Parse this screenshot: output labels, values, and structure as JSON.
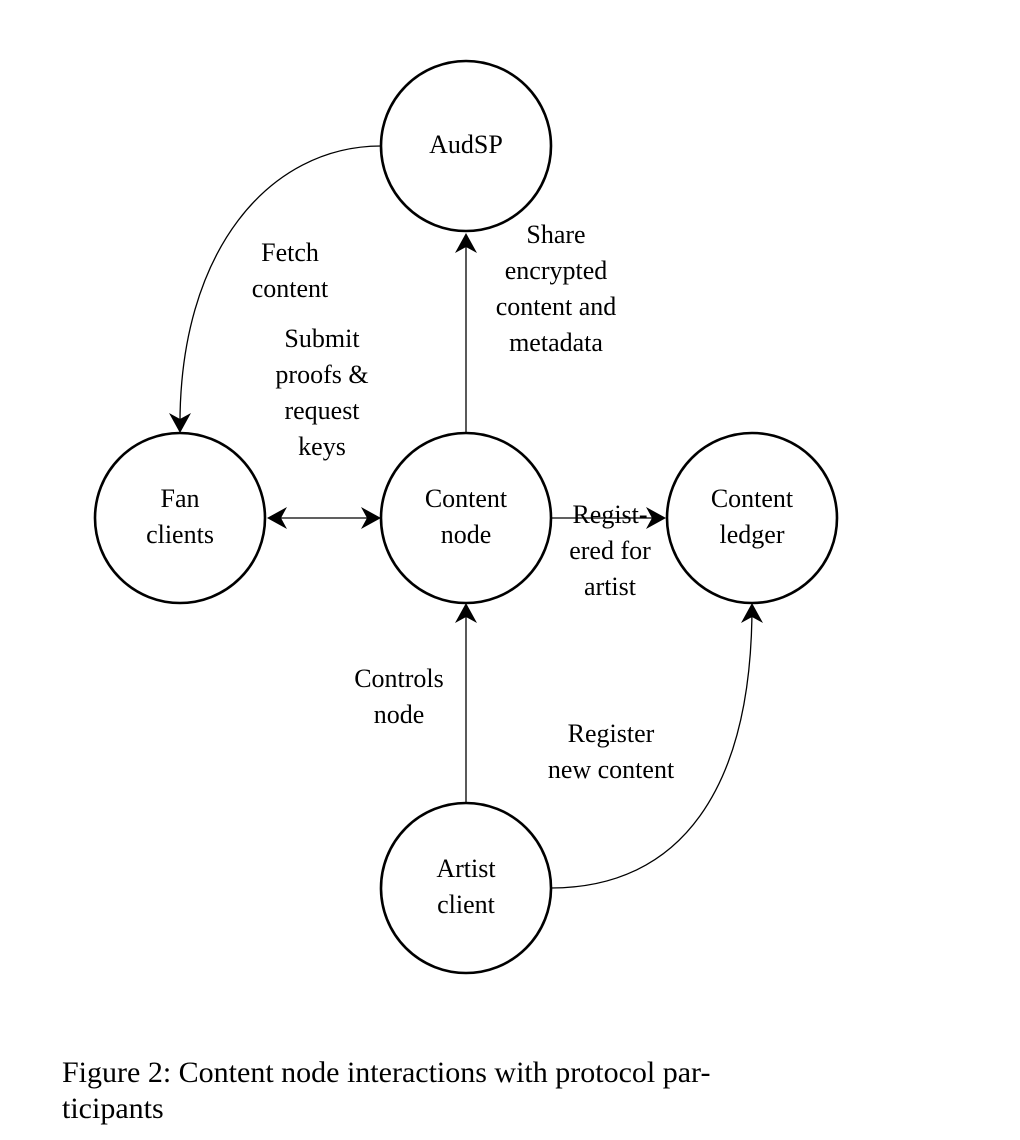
{
  "diagram": {
    "nodes": [
      {
        "id": "audsp",
        "lines": [
          "AudSP"
        ]
      },
      {
        "id": "fan-clients",
        "lines": [
          "Fan",
          "clients"
        ]
      },
      {
        "id": "content-node",
        "lines": [
          "Content",
          "node"
        ]
      },
      {
        "id": "content-ledger",
        "lines": [
          "Content",
          "ledger"
        ]
      },
      {
        "id": "artist-client",
        "lines": [
          "Artist",
          "client"
        ]
      }
    ],
    "edges": [
      {
        "id": "fetch-content",
        "from": "audsp",
        "to": "fan-clients",
        "direction": "forward",
        "lines": [
          "Fetch",
          "content"
        ]
      },
      {
        "id": "share-encrypted",
        "from": "content-node",
        "to": "audsp",
        "direction": "forward",
        "lines": [
          "Share",
          "encrypted",
          "content and",
          "metadata"
        ]
      },
      {
        "id": "submit-proofs",
        "from": "fan-clients",
        "to": "content-node",
        "direction": "both",
        "lines": [
          "Submit",
          "proofs &",
          "request",
          "keys"
        ]
      },
      {
        "id": "registered-for-artist",
        "from": "content-node",
        "to": "content-ledger",
        "direction": "forward",
        "lines": [
          "Regist-",
          "ered for",
          "artist"
        ]
      },
      {
        "id": "controls-node",
        "from": "artist-client",
        "to": "content-node",
        "direction": "forward",
        "lines": [
          "Controls",
          "node"
        ]
      },
      {
        "id": "register-new-content",
        "from": "artist-client",
        "to": "content-ledger",
        "direction": "forward",
        "lines": [
          "Register",
          "new content"
        ]
      }
    ]
  },
  "caption": {
    "line1": "Figure 2:  Content node interactions with protocol par-",
    "line2": "ticipants"
  }
}
